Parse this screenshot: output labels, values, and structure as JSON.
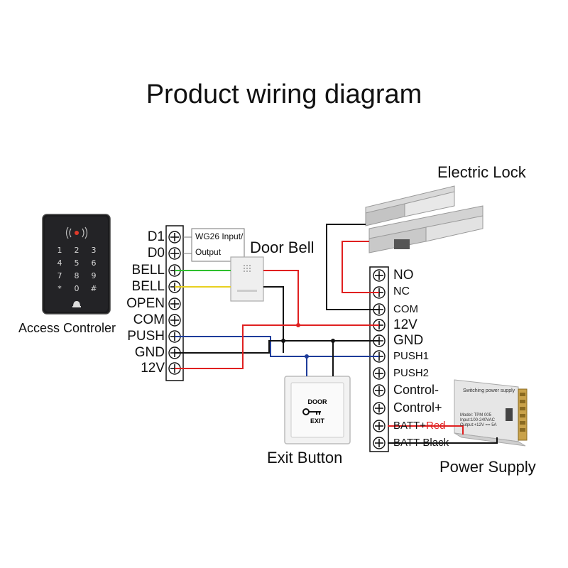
{
  "title": "Product wiring diagram",
  "devices": {
    "access_controller": "Access Controler",
    "door_bell": "Door Bell",
    "electric_lock": "Electric Lock",
    "exit_button": "Exit Button",
    "power_supply": "Power Supply"
  },
  "wg26_box": {
    "line1": "WG26 Input/",
    "line2": "Output"
  },
  "left_terminals": [
    "D1",
    "D0",
    "BELL",
    "BELL",
    "OPEN",
    "COM",
    "PUSH",
    "GND",
    "12V"
  ],
  "right_terminals": [
    "NO",
    "NC",
    "COM",
    "12V",
    "GND",
    "PUSH1",
    "PUSH2",
    "Control-",
    "Control+",
    "BATT+",
    "BATT-Black"
  ],
  "batt_plus_suffix": "Red",
  "exit_button_text": {
    "top": "DOOR",
    "bottom": "EXIT"
  },
  "power_supply_label": {
    "name": "Switching power supply",
    "model": "Model: TPM 005",
    "input": "Input:100-240VAC",
    "output": "Output:+12V == 5A"
  },
  "keypad_keys": [
    "1",
    "2",
    "3",
    "4",
    "5",
    "6",
    "7",
    "8",
    "9",
    "*",
    "0",
    "#"
  ],
  "colors": {
    "wire_red": "#e02020",
    "wire_black": "#111111",
    "wire_blue": "#1e3c9a",
    "wire_green": "#2ec02e",
    "wire_yellow": "#e8d020"
  }
}
